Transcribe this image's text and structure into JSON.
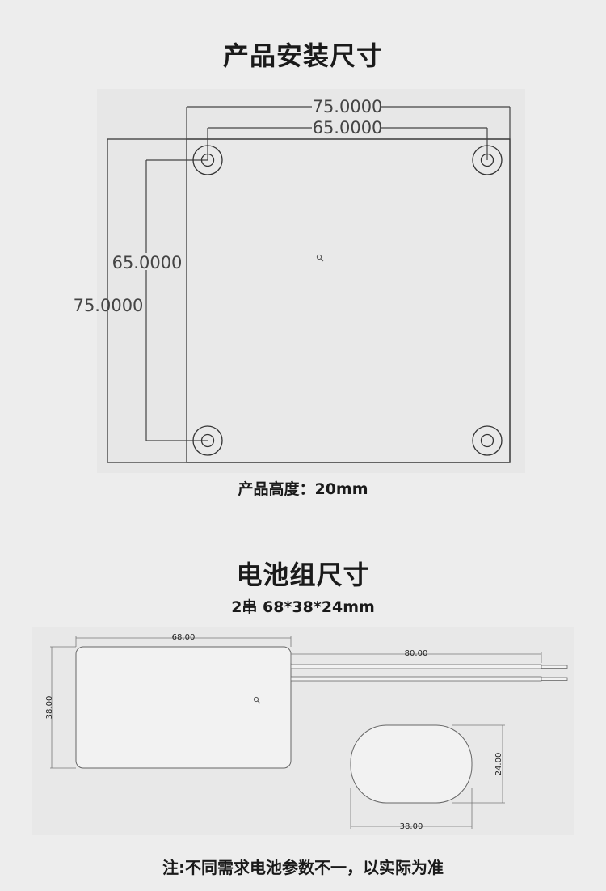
{
  "section1": {
    "title": "产品安装尺寸",
    "dims": {
      "outer_width": "75.0000",
      "hole_spacing_x": "65.0000",
      "hole_spacing_y": "65.0000",
      "outer_height": "75.0000"
    },
    "caption": "产品高度：20mm"
  },
  "section2": {
    "title": "电池组尺寸",
    "subtitle": "2串 68*38*24mm",
    "dims": {
      "length": "68.00",
      "lead_length": "80.00",
      "height": "38.00",
      "depth": "24.00",
      "end_width": "38.00"
    }
  },
  "note": "注:不同需求电池参数不一，以实际为准"
}
